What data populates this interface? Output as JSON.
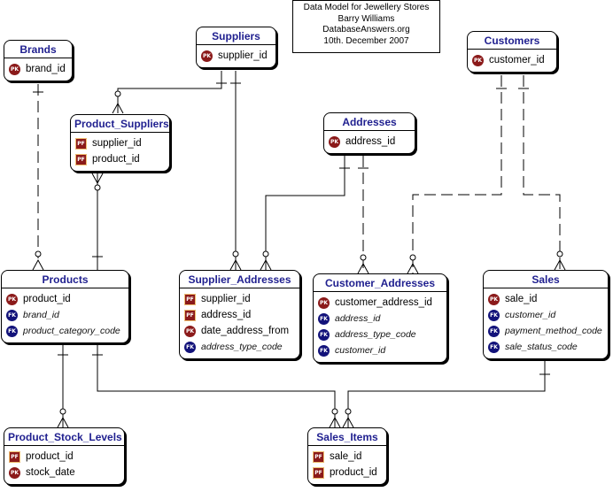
{
  "note": {
    "lines": [
      "Data Model for Jewellery Stores",
      "Barry Williams",
      "DatabaseAnswers.org",
      "10th. December 2007"
    ]
  },
  "entities": {
    "brands": {
      "title": "Brands",
      "fields": [
        {
          "badge": "PK",
          "name": "brand_id"
        }
      ]
    },
    "suppliers": {
      "title": "Suppliers",
      "fields": [
        {
          "badge": "PK",
          "name": "supplier_id"
        }
      ]
    },
    "customers": {
      "title": "Customers",
      "fields": [
        {
          "badge": "PK",
          "name": "customer_id"
        }
      ]
    },
    "product_suppliers": {
      "title": "Product_Suppliers",
      "fields": [
        {
          "badge": "PF",
          "name": "supplier_id"
        },
        {
          "badge": "PF",
          "name": "product_id"
        }
      ]
    },
    "addresses": {
      "title": "Addresses",
      "fields": [
        {
          "badge": "PK",
          "name": "address_id"
        }
      ]
    },
    "products": {
      "title": "Products",
      "fields": [
        {
          "badge": "PK",
          "name": "product_id"
        },
        {
          "badge": "FK",
          "name": "brand_id"
        },
        {
          "badge": "FK",
          "name": "product_category_code"
        }
      ]
    },
    "supplier_addresses": {
      "title": "Supplier_Addresses",
      "fields": [
        {
          "badge": "PF",
          "name": "supplier_id"
        },
        {
          "badge": "PF",
          "name": "address_id"
        },
        {
          "badge": "PK",
          "name": "date_address_from"
        },
        {
          "badge": "FK",
          "name": "address_type_code"
        }
      ]
    },
    "customer_addresses": {
      "title": "Customer_Addresses",
      "fields": [
        {
          "badge": "PK",
          "name": "customer_address_id"
        },
        {
          "badge": "FK",
          "name": "address_id"
        },
        {
          "badge": "FK",
          "name": "address_type_code"
        },
        {
          "badge": "FK",
          "name": "customer_id"
        }
      ]
    },
    "sales": {
      "title": "Sales",
      "fields": [
        {
          "badge": "PK",
          "name": "sale_id"
        },
        {
          "badge": "FK",
          "name": "customer_id"
        },
        {
          "badge": "FK",
          "name": "payment_method_code"
        },
        {
          "badge": "FK",
          "name": "sale_status_code"
        }
      ]
    },
    "product_stock_levels": {
      "title": "Product_Stock_Levels",
      "fields": [
        {
          "badge": "PF",
          "name": "product_id"
        },
        {
          "badge": "PK",
          "name": "stock_date"
        }
      ]
    },
    "sales_items": {
      "title": "Sales_Items",
      "fields": [
        {
          "badge": "PF",
          "name": "sale_id"
        },
        {
          "badge": "PF",
          "name": "product_id"
        }
      ]
    }
  },
  "colors": {
    "title": "#1f1f8f",
    "pk_badge": "#8b1a1a",
    "fk_badge": "#12127a"
  }
}
